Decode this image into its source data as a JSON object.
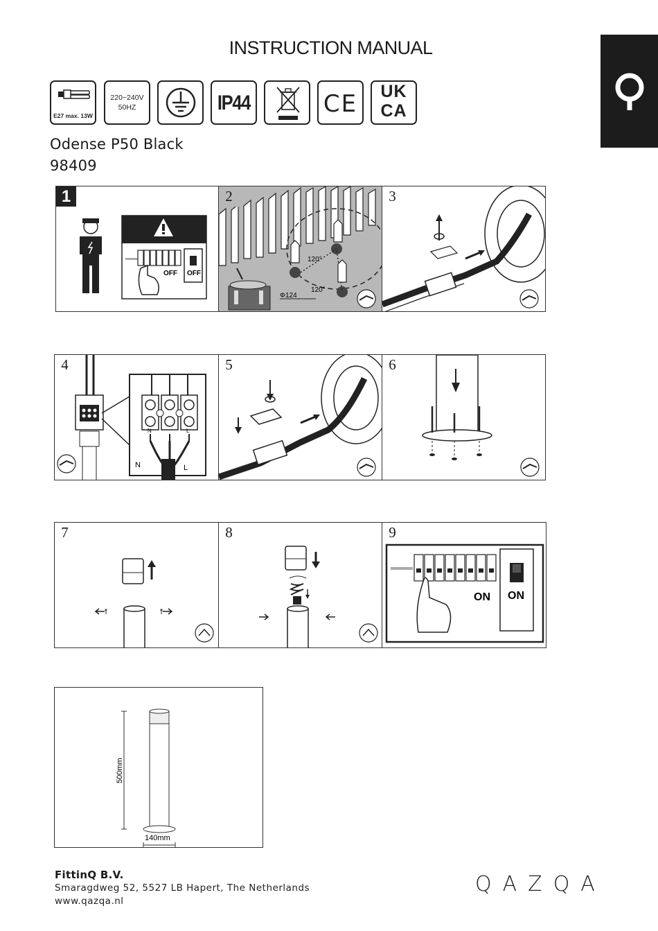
{
  "header": {
    "title": "INSTRUCTION MANUAL"
  },
  "spec_icons": {
    "bulb": {
      "label": "E27 max. 13W"
    },
    "voltage": {
      "line1": "220~240V",
      "line2": "50HZ"
    },
    "ground": {
      "icon": "ground-symbol-icon"
    },
    "ip": {
      "label": "IP44"
    },
    "weee": {
      "icon": "crossed-bin-icon"
    },
    "ce": {
      "label": "CE"
    },
    "ukca": {
      "line1": "UK",
      "line2": "CA"
    }
  },
  "product": {
    "name": "Odense P50 Black",
    "code": "98409"
  },
  "steps": [
    {
      "number": "1",
      "labels": {
        "off_left": "OFF",
        "off_right": "OFF"
      }
    },
    {
      "number": "2",
      "labels": {
        "angle_a": "120°",
        "angle_b": "120°",
        "diameter": "Φ124"
      }
    },
    {
      "number": "3"
    },
    {
      "number": "4",
      "labels": {
        "n_top": "N",
        "l_top": "L",
        "n": "N",
        "l": "L"
      }
    },
    {
      "number": "5"
    },
    {
      "number": "6"
    },
    {
      "number": "7"
    },
    {
      "number": "8"
    },
    {
      "number": "9",
      "labels": {
        "on_left": "ON",
        "on_right": "ON"
      }
    }
  ],
  "dimensions": {
    "height": "500mm",
    "width": "140mm"
  },
  "footer": {
    "company": "FittinQ B.V.",
    "address": "Smaragdweg 52, 5527 LB Hapert, The Netherlands",
    "website": "www.qazqa.nl",
    "logo": "QAZQA"
  }
}
